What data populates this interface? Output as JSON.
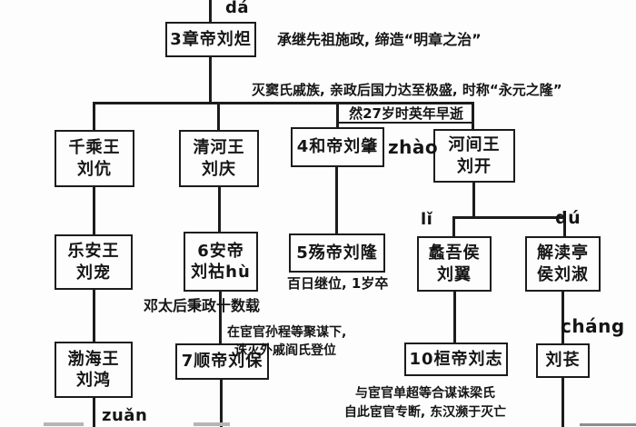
{
  "colors": {
    "background": "#fdfdfd",
    "line": "#1c1c1c",
    "text": "#151515",
    "faded_stub": "#b5b5b5"
  },
  "boxes": {
    "emperor3_zhang": {
      "label": "3章帝刘炟"
    },
    "qiancheng_wang": {
      "line1": "千乘王",
      "line2": "刘伉"
    },
    "qinghe_wang": {
      "line1": "清河王",
      "line2": "刘庆"
    },
    "emperor4_he": {
      "label": "4和帝刘肇"
    },
    "hejian_wang": {
      "line1": "河间王",
      "line2": "刘开"
    },
    "lean_wang": {
      "line1": "乐安王",
      "line2": "刘宠"
    },
    "emperor6_an": {
      "line1": "6安帝",
      "line2": "刘祜hù"
    },
    "emperor5_shang": {
      "label": "5殇帝刘隆"
    },
    "liwu_hou": {
      "line1": "蠡吾侯",
      "line2": "刘翼"
    },
    "jiedu_hou": {
      "line1": "解渎亭",
      "line2": "侯刘淑"
    },
    "bohai_wang": {
      "line1": "渤海王",
      "line2": "刘鸿"
    },
    "emperor7_shun": {
      "label": "7顺帝刘保"
    },
    "emperor10_huan": {
      "label": "10桓帝刘志"
    },
    "liu_chang": {
      "label": "刘苌"
    }
  },
  "pinyin": {
    "da": "dá",
    "zhao": "zhào",
    "li": "lǐ",
    "du": "dú",
    "chang": "cháng",
    "zuan": "zuǎn"
  },
  "annotations": {
    "zhang_note": "承继先祖施政, 缔造“明章之治”",
    "hedi_note": "灭窦氏戚族, 亲政后国力达至极盛, 时称“永元之隆”",
    "hedi_death_note": "然27岁时英年早逝",
    "andi_note": "邓太后秉政十数载",
    "shang_note": "百日继位, 1岁卒",
    "shun_note_line1": "在宦官孙程等聚谋下,",
    "shun_note_line2": "诛灭外戚阎氏登位",
    "huan_note_line1": "与宦官单超等合谋诛梁氏",
    "huan_note_line2": "自此宦官专断, 东汉濒于灭亡"
  }
}
